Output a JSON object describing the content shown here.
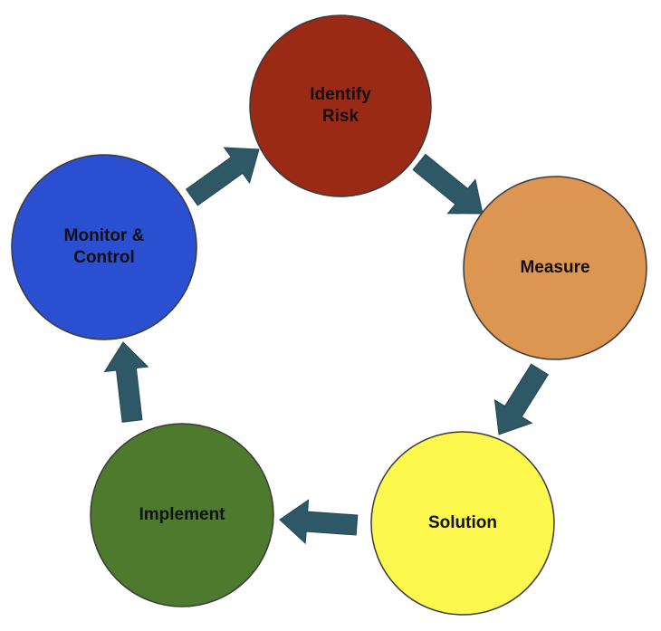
{
  "colors": {
    "arrow": "#2f5866",
    "arrow_stroke": "#23444f",
    "node_stroke": "#3a3a3a"
  },
  "nodes": [
    {
      "id": "identify-risk",
      "lines": [
        "Identify",
        "Risk"
      ],
      "color": "#9a2a16"
    },
    {
      "id": "measure",
      "lines": [
        "Measure"
      ],
      "color": "#dc9652"
    },
    {
      "id": "solution",
      "lines": [
        "Solution"
      ],
      "color": "#fcf84d"
    },
    {
      "id": "implement",
      "lines": [
        "Implement"
      ],
      "color": "#4e7a2e"
    },
    {
      "id": "monitor-control",
      "lines": [
        "Monitor &",
        "Control"
      ],
      "color": "#2a4fd1"
    }
  ],
  "edges": [
    {
      "from": "identify-risk",
      "to": "measure"
    },
    {
      "from": "measure",
      "to": "solution"
    },
    {
      "from": "solution",
      "to": "implement"
    },
    {
      "from": "implement",
      "to": "monitor-control"
    },
    {
      "from": "monitor-control",
      "to": "identify-risk"
    }
  ]
}
